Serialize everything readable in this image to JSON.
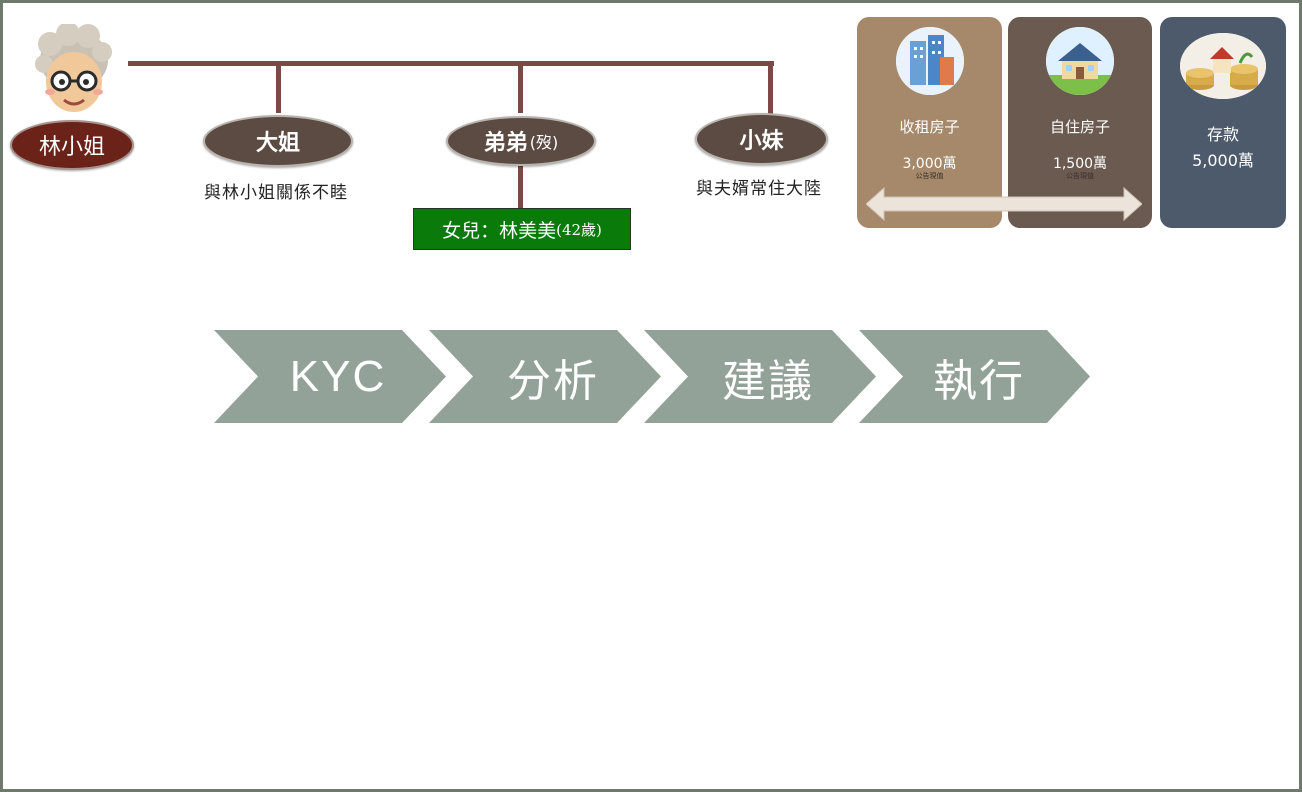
{
  "family": {
    "root": {
      "name": "林小姐"
    },
    "members": [
      {
        "name": "大姐",
        "note": "與林小姐關係不睦"
      },
      {
        "name": "弟弟",
        "suffix": "(歿)",
        "child": {
          "label": "女兒：林美美",
          "age": "(42歲)"
        }
      },
      {
        "name": "小妹",
        "note": "與夫婿常住大陸"
      }
    ]
  },
  "assets": [
    {
      "label": "收租房子",
      "value": "3,000萬",
      "note": "公告現值",
      "color": "#a5896a",
      "icon": "building-icon"
    },
    {
      "label": "自住房子",
      "value": "1,500萬",
      "note": "公告現值",
      "color": "#6b5a50",
      "icon": "house-icon"
    },
    {
      "label": "存款",
      "value": "5,000萬",
      "note": "",
      "color": "#4c5a6b",
      "icon": "coins-icon"
    }
  ],
  "process": {
    "steps": [
      "KYC",
      "分析",
      "建議",
      "執行"
    ],
    "color": "#93a298"
  }
}
